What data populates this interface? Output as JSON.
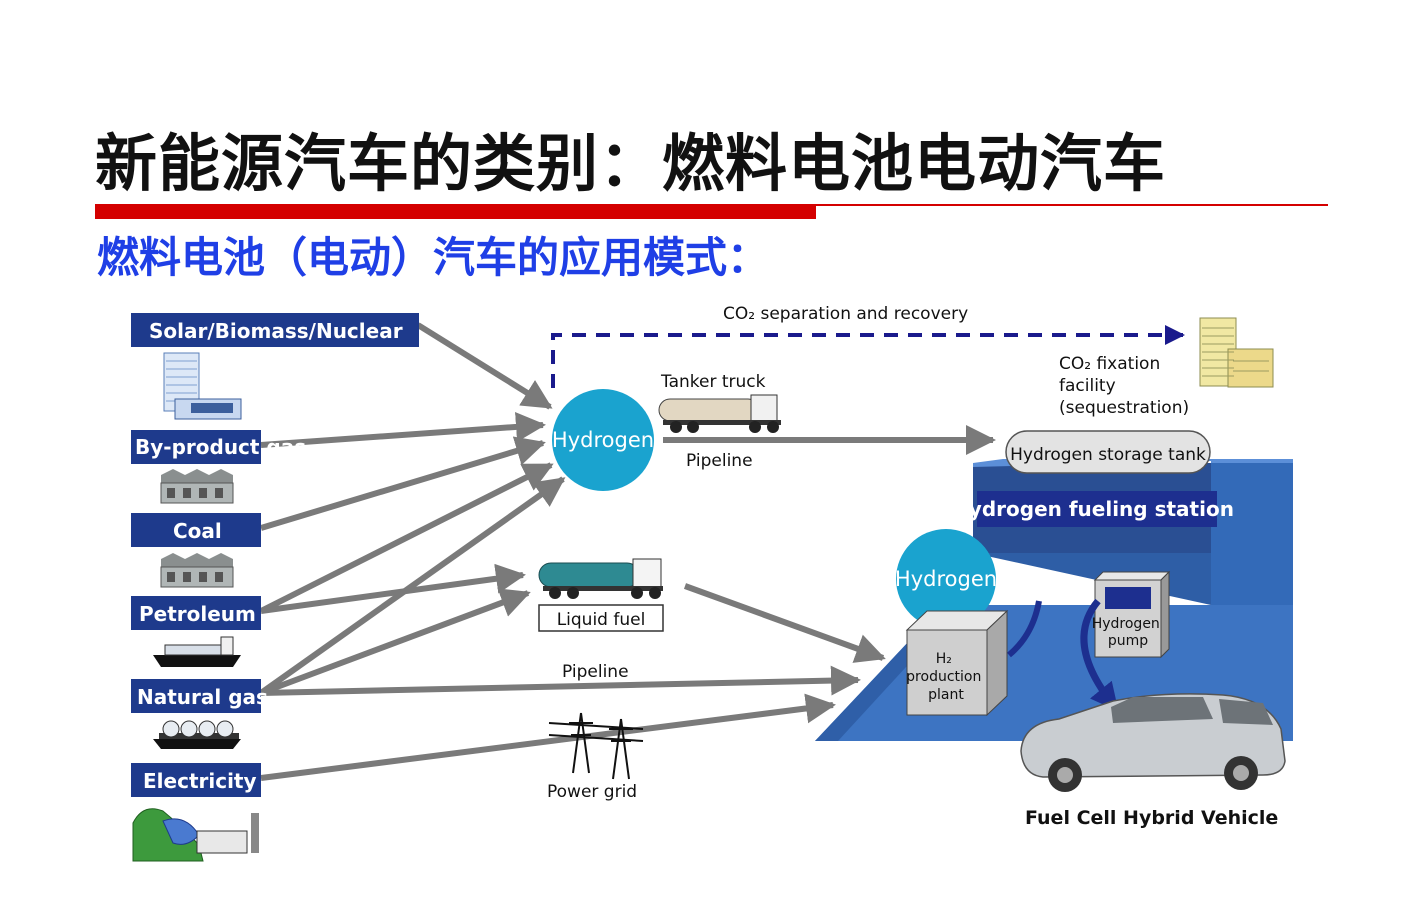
{
  "header": {
    "title": "新能源汽车的类别：燃料电池电动汽车",
    "subtitle": "燃料电池（电动）汽车的应用模式："
  },
  "diagram": {
    "sources": [
      {
        "label": "Solar/Biomass/Nuclear",
        "icon": "power-plant-icon"
      },
      {
        "label": "By-product gas",
        "icon": "factory-icon"
      },
      {
        "label": "Coal",
        "icon": "factory-icon"
      },
      {
        "label": "Petroleum",
        "icon": "tanker-ship-icon"
      },
      {
        "label": "Natural gas",
        "icon": "lng-ship-icon"
      },
      {
        "label": "Electricity",
        "icon": "hydro-dam-icon"
      }
    ],
    "hydrogen_center": "Hydrogen",
    "hydrogen_station": "Hydrogen",
    "co2_separation": "CO₂ separation and recovery",
    "co2_fixation": [
      "CO₂ fixation",
      "facility",
      "(sequestration)"
    ],
    "tanker_truck": "Tanker truck",
    "pipeline_top": "Pipeline",
    "liquid_fuel": "Liquid fuel",
    "pipeline_bottom": "Pipeline",
    "power_grid": "Power grid",
    "storage_tank": "Hydrogen storage tank",
    "fueling_station": "Hydrogen fueling station",
    "production_plant": [
      "H₂",
      "production",
      "plant"
    ],
    "pump": [
      "Hydrogen",
      "pump"
    ],
    "vehicle": "Fuel Cell Hybrid Vehicle"
  },
  "colors": {
    "title_rule": "#d40000",
    "subtitle": "#1f3fe6",
    "source_box": "#1e3a8c",
    "hydrogen_circle": "#1aa3cf",
    "station_blue": "#3d74c2",
    "arrow_gray": "#7a7a7a",
    "co2_dash": "#1a1a8c"
  }
}
